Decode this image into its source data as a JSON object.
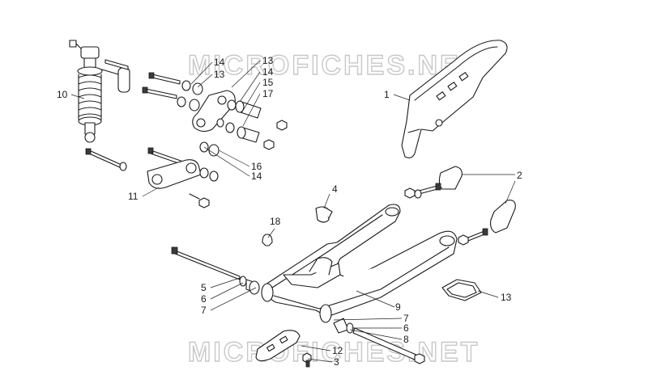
{
  "watermark": "MICROFICHES.NET",
  "callouts": [
    {
      "id": "c1",
      "text": "1"
    },
    {
      "id": "c2",
      "text": "2"
    },
    {
      "id": "c3",
      "text": "3"
    },
    {
      "id": "c4",
      "text": "4"
    },
    {
      "id": "c5",
      "text": "5"
    },
    {
      "id": "c6a",
      "text": "6"
    },
    {
      "id": "c6b",
      "text": "6"
    },
    {
      "id": "c7a",
      "text": "7"
    },
    {
      "id": "c7b",
      "text": "7"
    },
    {
      "id": "c8",
      "text": "8"
    },
    {
      "id": "c9",
      "text": "9"
    },
    {
      "id": "c10",
      "text": "10"
    },
    {
      "id": "c11",
      "text": "11"
    },
    {
      "id": "c12",
      "text": "12"
    },
    {
      "id": "c13a",
      "text": "13"
    },
    {
      "id": "c13b",
      "text": "13"
    },
    {
      "id": "c13c",
      "text": "13"
    },
    {
      "id": "c14a",
      "text": "14"
    },
    {
      "id": "c14b",
      "text": "14"
    },
    {
      "id": "c14c",
      "text": "14"
    },
    {
      "id": "c15",
      "text": "15"
    },
    {
      "id": "c16",
      "text": "16"
    },
    {
      "id": "c17",
      "text": "17"
    },
    {
      "id": "c18",
      "text": "18"
    }
  ]
}
